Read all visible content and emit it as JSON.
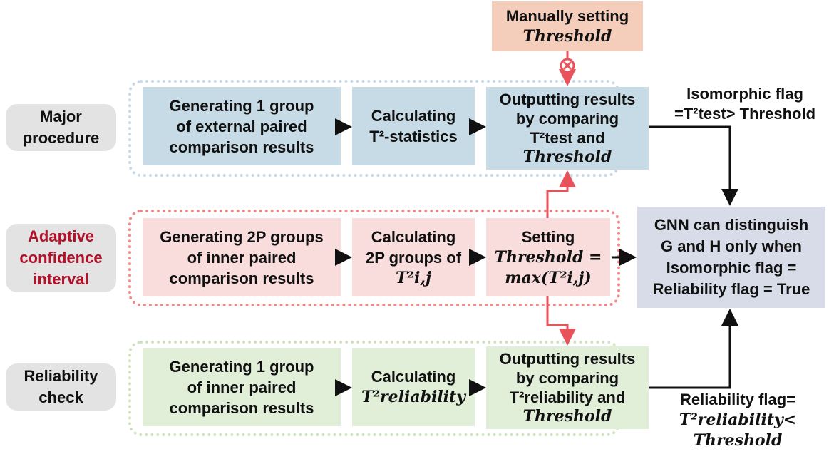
{
  "top_box": {
    "line1": "Manually setting",
    "line2": "Threshold"
  },
  "rows": {
    "major": {
      "line1": "Major",
      "line2": "procedure"
    },
    "adaptive": {
      "line1": "Adaptive",
      "line2": "confidence",
      "line3": "interval",
      "color": "#b3102a"
    },
    "reliability": {
      "line1": "Reliability",
      "line2": "check"
    }
  },
  "major_row": {
    "box1": {
      "line1": "Generating 1 group",
      "line2": "of external paired",
      "line3": "comparison results"
    },
    "box2": {
      "line1": "Calculating",
      "line2": "T²-statistics"
    },
    "box3": {
      "line1": "Outputting results",
      "line2": "by comparing",
      "line3": "T²test and",
      "line4": "Threshold"
    }
  },
  "adaptive_row": {
    "box1": {
      "line1": "Generating 2P groups",
      "line2": "of inner paired",
      "line3": "comparison results"
    },
    "box2": {
      "line1": "Calculating",
      "line2": "2P groups of",
      "line3": "T²i,j"
    },
    "box3": {
      "line1": "Setting",
      "line2": "Threshold =",
      "line3": "max(T²i,j)"
    }
  },
  "reliability_row": {
    "box1": {
      "line1": "Generating 1 group",
      "line2": "of inner paired",
      "line3": "comparison results"
    },
    "box2": {
      "line1": "Calculating",
      "line2": "T²reliability"
    },
    "box3": {
      "line1": "Outputting results",
      "line2": "by comparing",
      "line3": "T²reliability and",
      "line4": "Threshold"
    }
  },
  "result_box": {
    "line1": "GNN can distinguish",
    "line2": "G and H only when",
    "line3": "Isomorphic flag =",
    "line4": "Reliability flag = True"
  },
  "isomorphic_flag": {
    "line1": "Isomorphic flag",
    "line2": "=T²test> Threshold"
  },
  "reliability_flag": {
    "line1": "Reliability flag=",
    "line2": "T²reliability<",
    "line3": "Threshold"
  },
  "colors": {
    "blue_box": "#c7dbe7",
    "pink_box": "#f9dcdc",
    "green_box": "#e1efd9",
    "orange_box": "#f5cdbb",
    "result_box": "#d7dce8",
    "row_label": "#e3e3e3",
    "blue_dotted": "#c5d9e8",
    "pink_dotted": "#ee8a8a",
    "green_dotted": "#cfe3c0",
    "red_arrow": "#e8525a",
    "black_arrow": "#111111"
  }
}
